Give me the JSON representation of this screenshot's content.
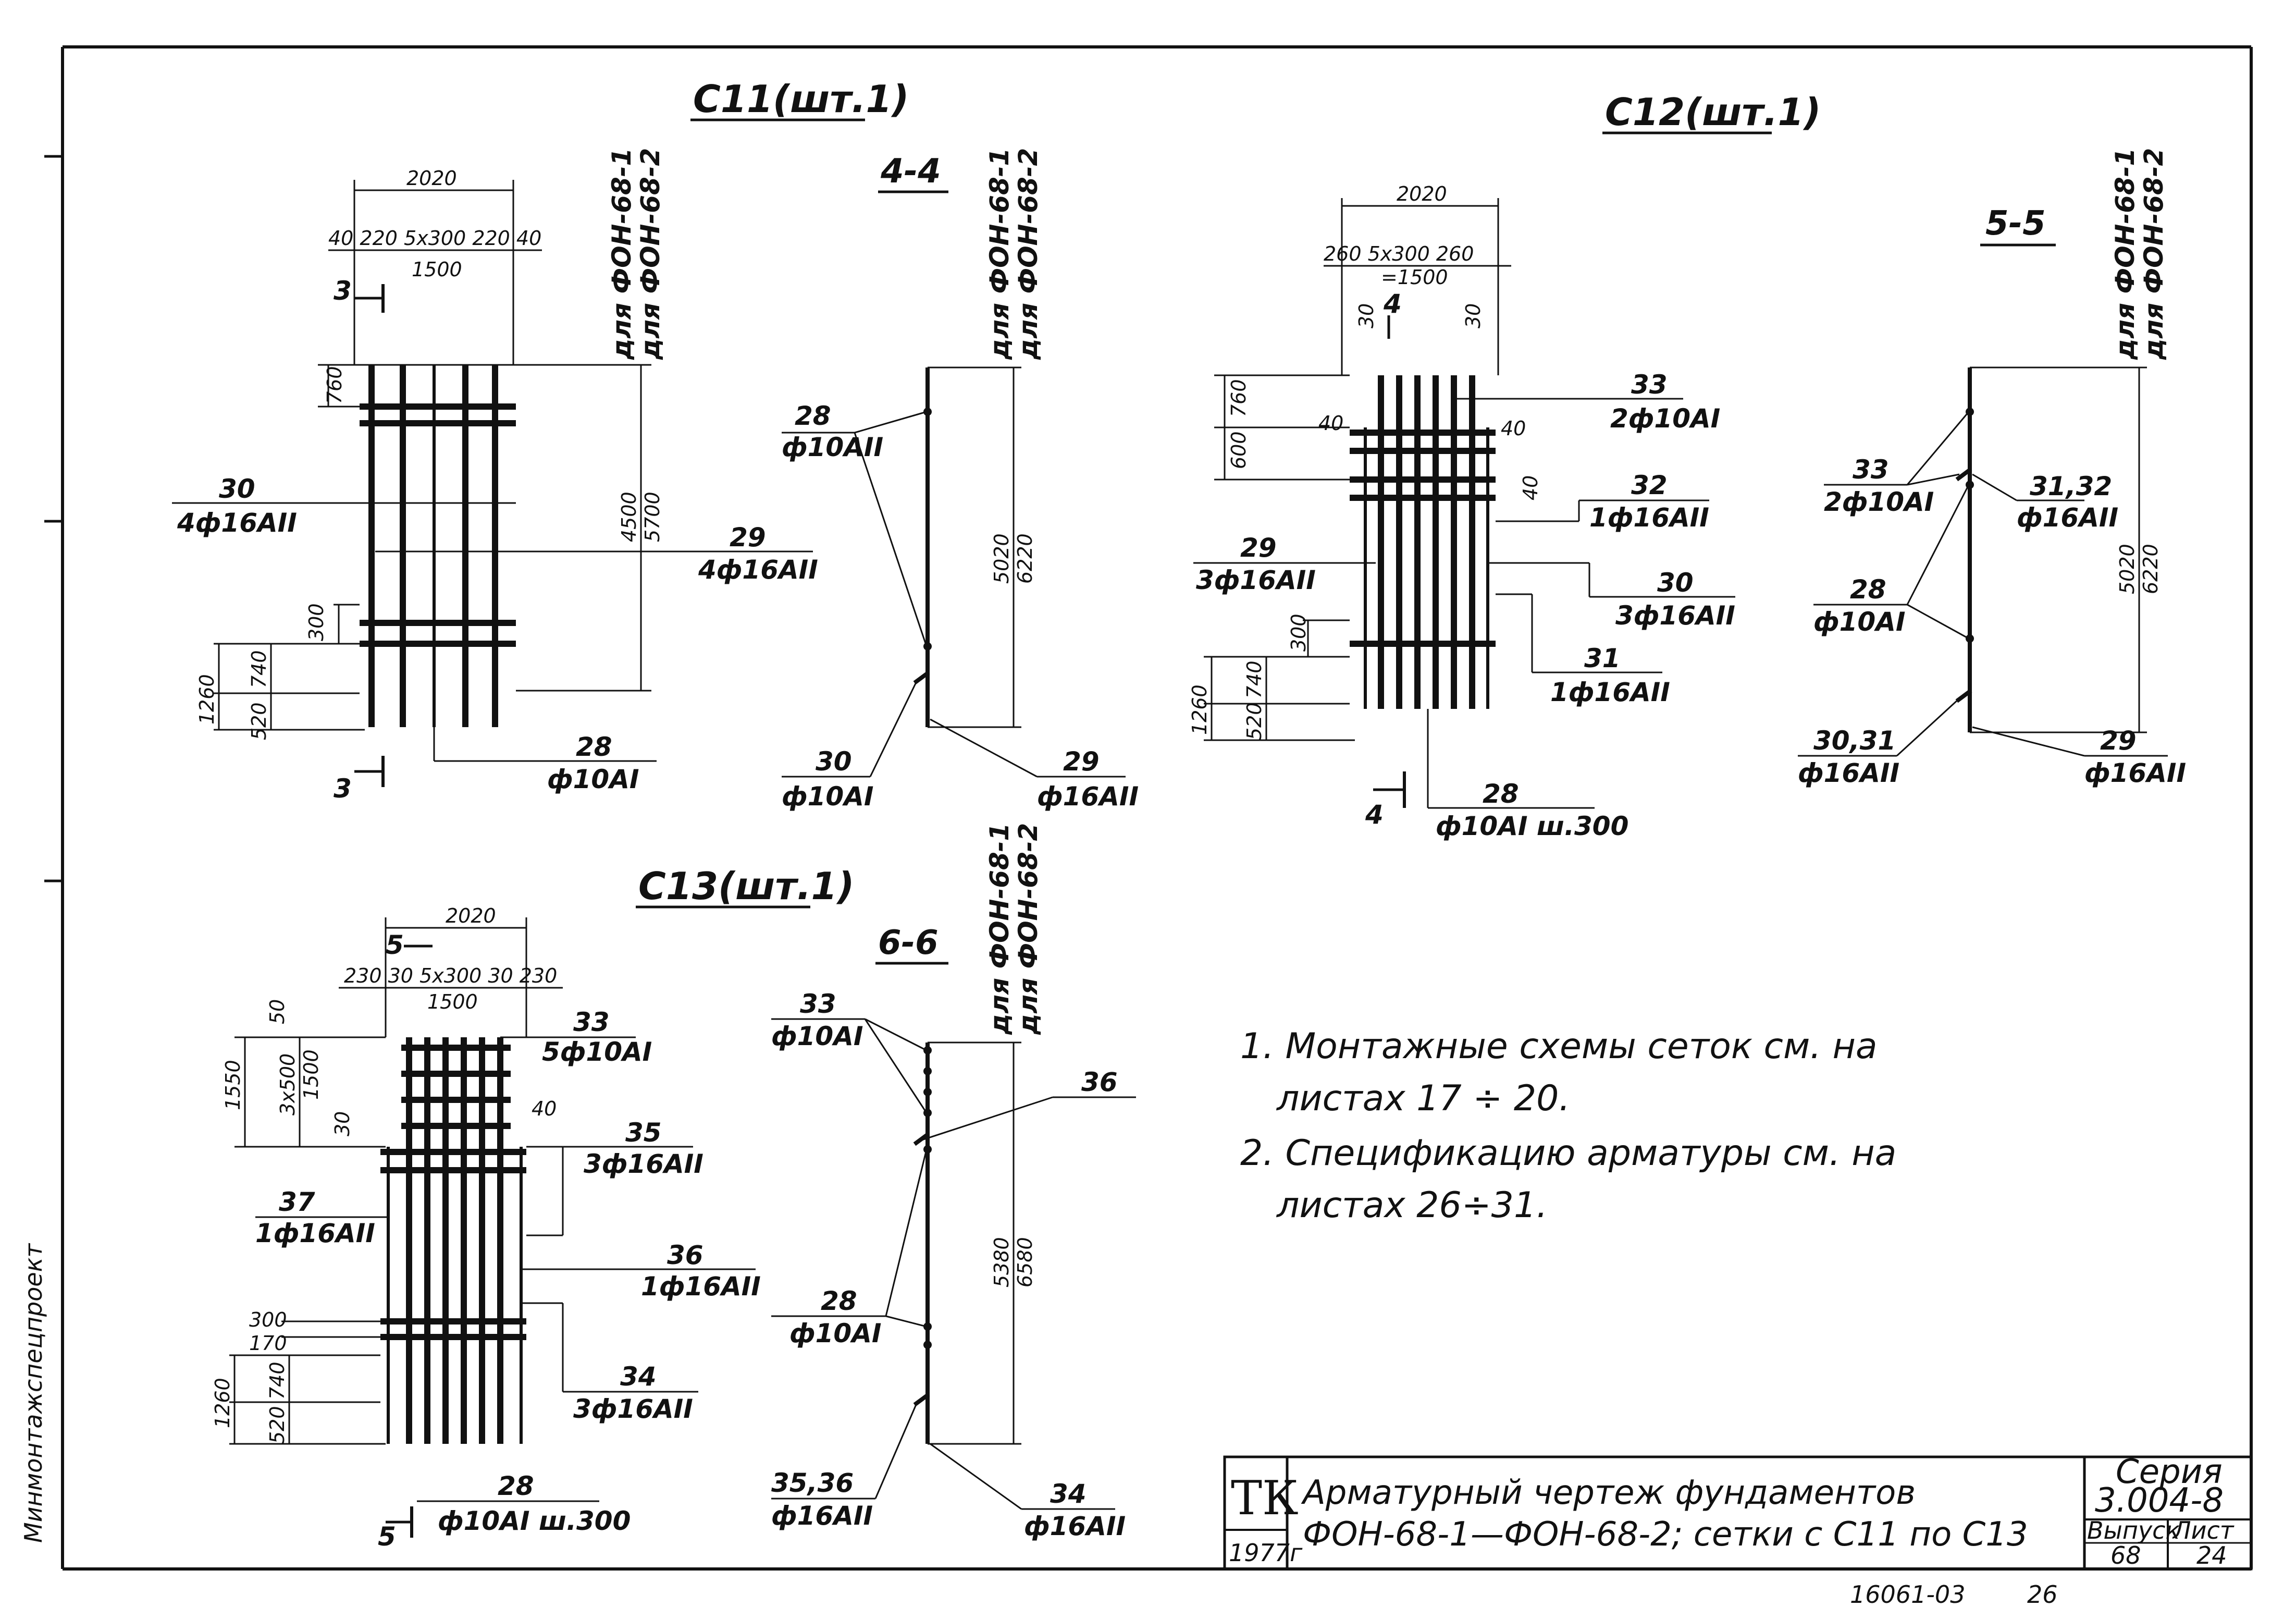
{
  "meshes": {
    "c11": {
      "title": "С11(шт.1)",
      "dims": {
        "w_total": "2020",
        "w_parts": "40  220  5x300  220  40",
        "w_mid": "1500",
        "h_top": "760",
        "h_tot1": "4500",
        "h_tot2": "5700",
        "h_a": "300",
        "h_b": "740",
        "h_c": "520",
        "h_d": "1260"
      },
      "markers": {
        "cut": "3",
        "cut2": "3"
      },
      "callouts": [
        {
          "num": "30",
          "spec": "4ф16АII"
        },
        {
          "num": "29",
          "spec": "4ф16АII"
        },
        {
          "num": "28",
          "spec": "ф10АI"
        }
      ]
    },
    "c12": {
      "title": "С12(шт.1)",
      "dims": {
        "w_total": "2020",
        "w_parts": "260  5x300  260",
        "w_mid": "=1500",
        "w_30a": "30",
        "w_30b": "30",
        "w_4": "4",
        "h_top": "760",
        "h_600": "600",
        "h_40a": "40",
        "h_40b": "40",
        "h_40c": "40",
        "h_300": "300",
        "h_740": "740",
        "h_520": "520",
        "h_1260": "1260"
      },
      "markers": {
        "cut": "4"
      },
      "callouts": [
        {
          "num": "33",
          "spec": "2ф10АI"
        },
        {
          "num": "32",
          "spec": "1ф16АII"
        },
        {
          "num": "29",
          "spec": "3ф16АII"
        },
        {
          "num": "30",
          "spec": "3ф16АII"
        },
        {
          "num": "31",
          "spec": "1ф16АII"
        },
        {
          "num": "28",
          "spec": "ф10АI ш.300"
        }
      ]
    },
    "c13": {
      "title": "С13(шт.1)",
      "dims": {
        "w_total": "2020",
        "w_parts": "230  30  5x300  30  230",
        "w_mid": "1500",
        "cut": "5",
        "h_50": "50",
        "h_1550": "1550",
        "h_3x500": "3x500",
        "h_1500": "1500",
        "h_30": "30",
        "h_40": "40",
        "h_300": "300",
        "h_170": "170",
        "h_740": "740",
        "h_520": "520",
        "h_1260": "1260"
      },
      "markers": {
        "cut": "5"
      },
      "callouts": [
        {
          "num": "33",
          "spec": "5ф10АI"
        },
        {
          "num": "35",
          "spec": "3ф16АII"
        },
        {
          "num": "37",
          "spec": "1ф16АII"
        },
        {
          "num": "36",
          "spec": "1ф16АII"
        },
        {
          "num": "34",
          "spec": "3ф16АII"
        },
        {
          "num": "28",
          "spec": "ф10АI ш.300"
        }
      ]
    }
  },
  "sections": {
    "s44": {
      "title": "4-4",
      "for1": "для ФОН-68-1",
      "for2": "для ФОН-68-2",
      "h1": "5020",
      "h2": "6220",
      "labels": [
        {
          "num": "28",
          "spec": "ф10АII"
        },
        {
          "num": "30",
          "spec": "ф10АI"
        },
        {
          "num": "29",
          "spec": "ф16АII"
        }
      ]
    },
    "s55": {
      "title": "5-5",
      "for1": "для ФОН-68-1",
      "for2": "для ФОН-68-2",
      "h1": "5020",
      "h2": "6220",
      "labels": [
        {
          "num": "33",
          "spec": "2ф10АI"
        },
        {
          "num": "31,32",
          "spec": "ф16АII"
        },
        {
          "num": "28",
          "spec": "ф10АI"
        },
        {
          "num": "30,31",
          "spec": "ф16АII"
        },
        {
          "num": "29",
          "spec": "ф16АII"
        }
      ]
    },
    "s66": {
      "title": "6-6",
      "for1": "для ФОН-68-1",
      "for2": "для ФОН-68-2",
      "h1": "5380",
      "h2": "6580",
      "labels": [
        {
          "num": "33",
          "spec": "ф10АI"
        },
        {
          "num": "36",
          "spec": ""
        },
        {
          "num": "28",
          "spec": "ф10АI"
        },
        {
          "num": "35,36",
          "spec": "ф16АII"
        },
        {
          "num": "34",
          "spec": "ф16АII"
        }
      ]
    }
  },
  "c11_for1": "для ФОН-68-1",
  "c11_for2": "для ФОН-68-2",
  "notes": [
    "1. Монтажные схемы сеток см. на",
    "листах 17 ÷ 20.",
    "2. Спецификацию арматуры см. на",
    "листах 26÷31."
  ],
  "title_block": {
    "logo": "ТК",
    "year": "1977г",
    "title_line1": "Арматурный чертеж фундаментов",
    "title_line2": "ФОН-68-1—ФОН-68-2; сетки с С11 по С13",
    "series_label": "Серия",
    "series_value": "3.004-8",
    "issue_label": "Выпуск",
    "issue_value": "68",
    "sheet_label": "Лист",
    "sheet_value": "24"
  },
  "footer": {
    "code": "16061-03",
    "page": "26"
  },
  "side_stamp": "Минмонтажспецпроект"
}
